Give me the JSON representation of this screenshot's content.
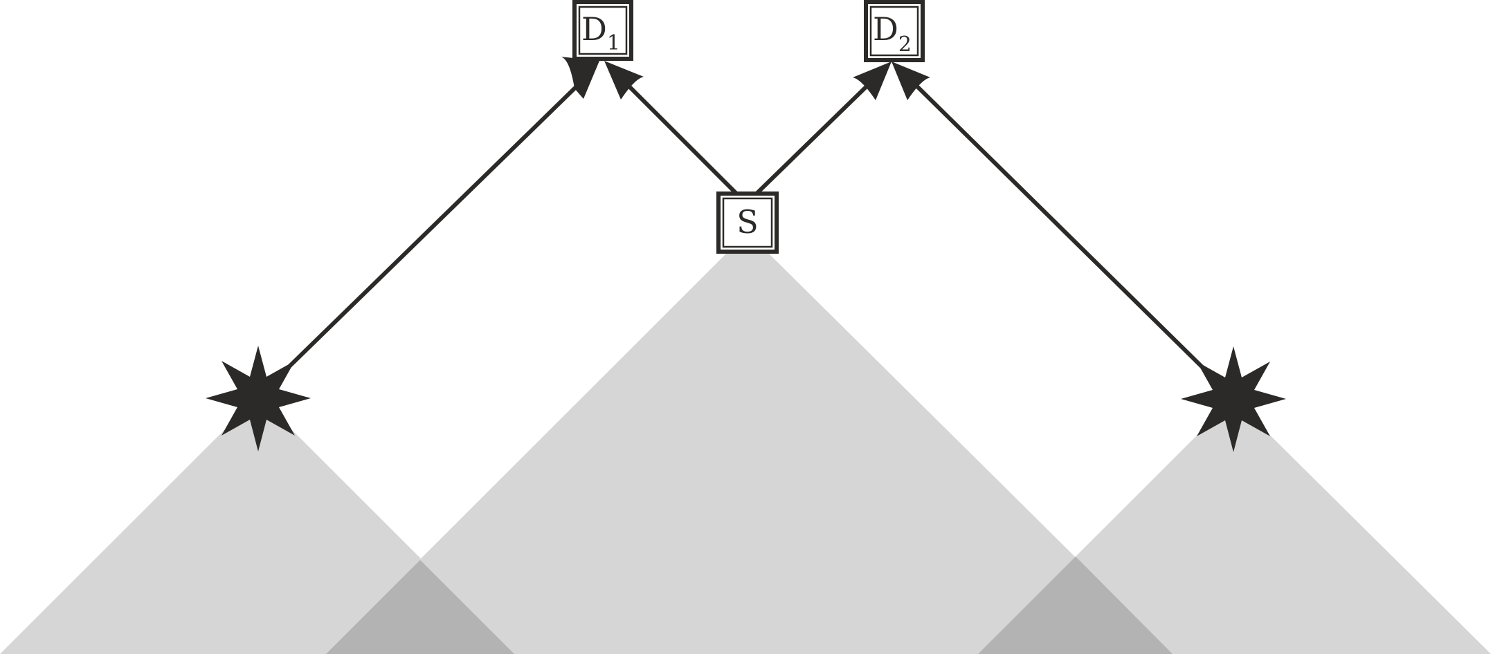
{
  "diagram": {
    "nodes": {
      "d1": {
        "label": "D",
        "subscript": "1"
      },
      "d2": {
        "label": "D",
        "subscript": "2"
      },
      "s": {
        "label": "S",
        "subscript": ""
      }
    },
    "sources": [
      {
        "id": "star-left",
        "shape": "8-point-star"
      },
      {
        "id": "star-right",
        "shape": "8-point-star"
      }
    ],
    "edges": [
      {
        "from": "star-left",
        "to": "d1"
      },
      {
        "from": "s",
        "to": "d1"
      },
      {
        "from": "s",
        "to": "d2"
      },
      {
        "from": "star-right",
        "to": "d2"
      }
    ],
    "colors": {
      "ink": "#2b2a28",
      "cone_fill": "#d6d6d6",
      "cone_overlap": "#b3b3b3",
      "background": "#ffffff"
    }
  }
}
